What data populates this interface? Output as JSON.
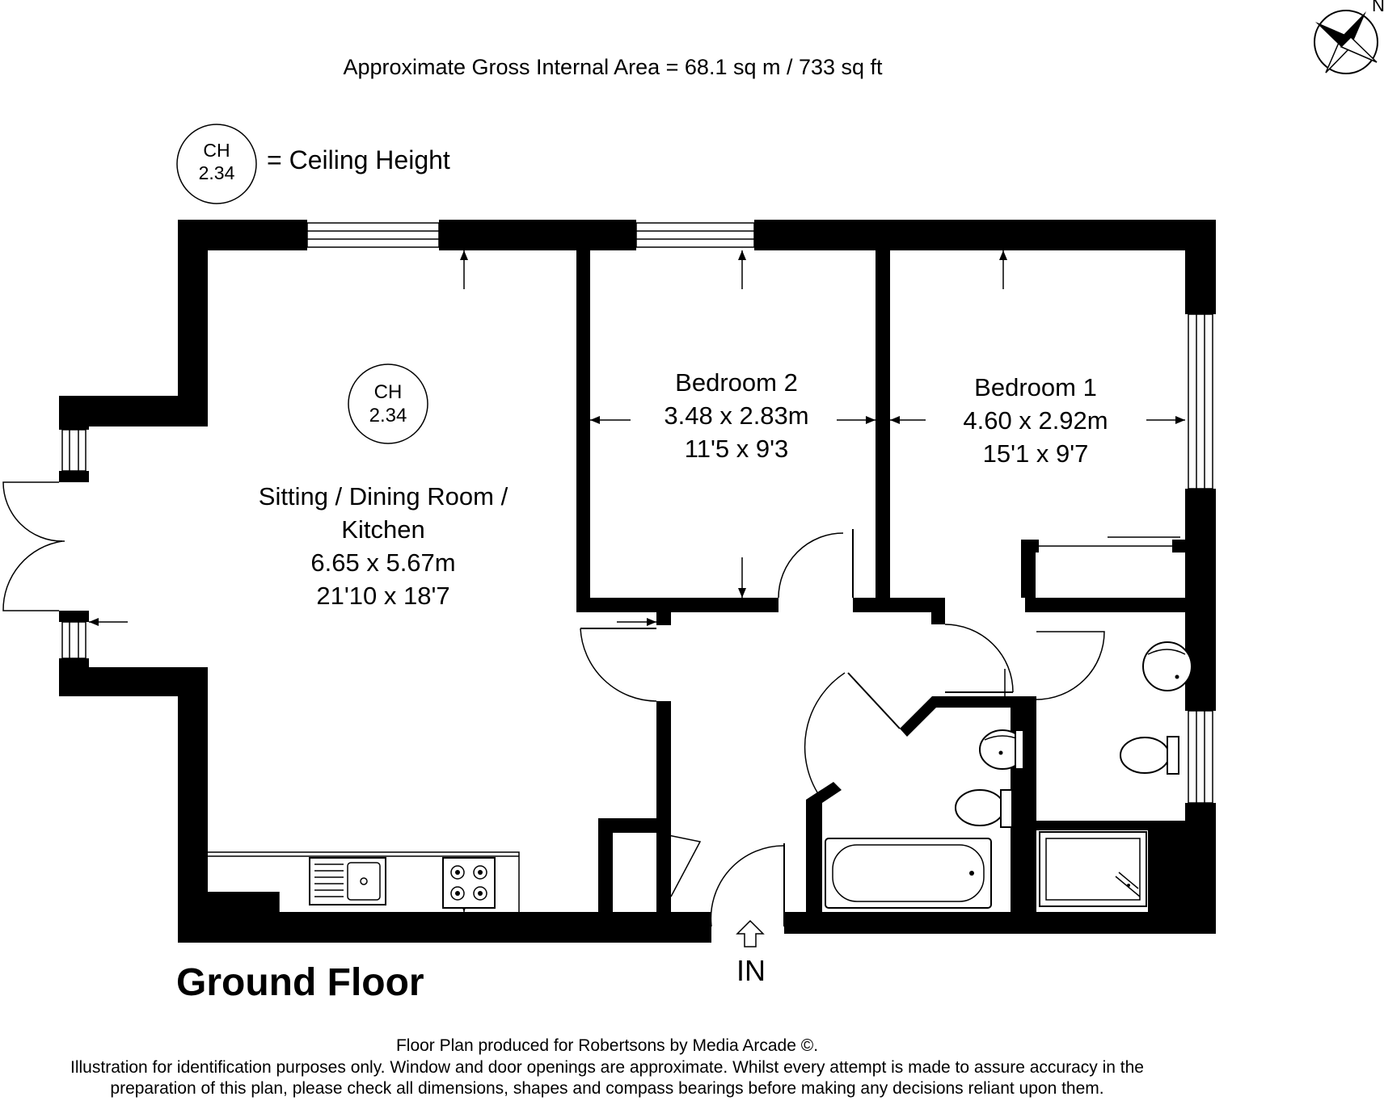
{
  "header": {
    "gross_area": "Approximate Gross Internal Area = 68.1 sq m / 733 sq ft"
  },
  "compass": {
    "label": "N"
  },
  "legend": {
    "badge_line1": "CH",
    "badge_line2": "2.34",
    "text": "= Ceiling Height"
  },
  "rooms": {
    "sitting": {
      "name_line1": "Sitting / Dining Room /",
      "name_line2": "Kitchen",
      "metric": "6.65 x 5.67m",
      "imperial": "21'10 x 18'7",
      "ch_line1": "CH",
      "ch_line2": "2.34"
    },
    "bedroom2": {
      "name": "Bedroom 2",
      "metric": "3.48 x 2.83m",
      "imperial": "11'5 x 9'3"
    },
    "bedroom1": {
      "name": "Bedroom 1",
      "metric": "4.60 x 2.92m",
      "imperial": "15'1 x 9'7"
    }
  },
  "entrance": {
    "label": "IN"
  },
  "floor_title": "Ground Floor",
  "footer": {
    "line1": "Floor Plan produced for Robertsons by Media Arcade ©.",
    "line2": "Illustration for identification purposes only. Window and door openings are approximate. Whilst every attempt is made to assure accuracy in the",
    "line3": "preparation of this plan, please check all dimensions, shapes and compass bearings before making any decisions reliant upon them."
  }
}
